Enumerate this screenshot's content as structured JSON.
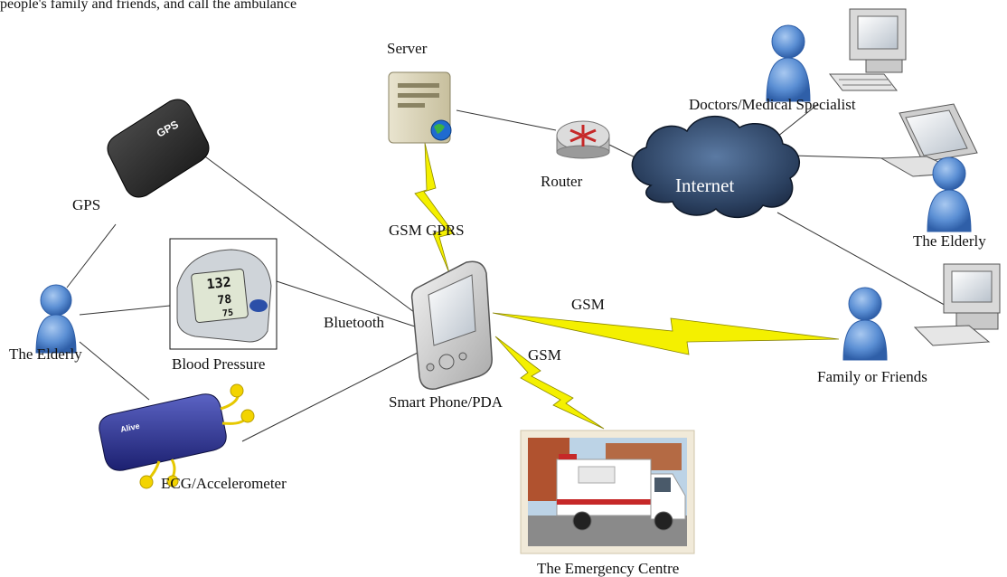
{
  "caption": "people's family and friends, and call the ambulance",
  "labels": {
    "server": "Server",
    "router": "Router",
    "internet": "Internet",
    "doctors": "Doctors/Medical Specialist",
    "elderly_right": "The Elderly",
    "family": "Family or Friends",
    "gps": "GPS",
    "gps_device_text": "GPS",
    "elderly_left": "The Elderly",
    "blood_pressure": "Blood Pressure",
    "bp_readings": [
      "132",
      "78",
      "75"
    ],
    "ecg": "ECG/Accelerometer",
    "ecg_device_text": "Alive",
    "phone": "Smart Phone/PDA",
    "ambulance": "The Emergency Centre",
    "link_gsm_gprs": "GSM GPRS",
    "link_bluetooth": "Bluetooth",
    "link_gsm_family": "GSM",
    "link_gsm_emergency": "GSM"
  },
  "colors": {
    "person": "#5b8fd4",
    "cloud": "#2a3f5e",
    "lightning": "#f4f000",
    "line": "#333333"
  },
  "icons": [
    "server-icon",
    "router-icon",
    "cloud-icon",
    "person-icon",
    "desktop-computer-icon",
    "laptop-icon",
    "gps-device-icon",
    "blood-pressure-monitor-icon",
    "ecg-device-icon",
    "smartphone-pda-icon",
    "ambulance-icon"
  ]
}
